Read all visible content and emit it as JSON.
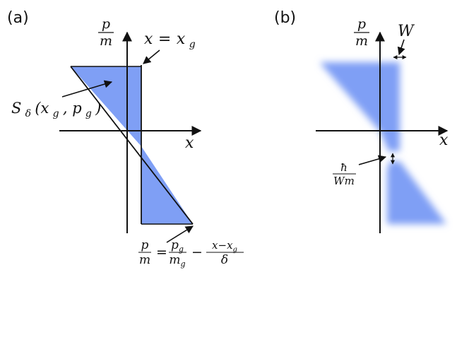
{
  "colors": {
    "region": "#7f9ff5",
    "ink": "#111111",
    "background": "#ffffff"
  },
  "panel_a": {
    "tag": "(a)",
    "axis_y": {
      "numerator": "p",
      "denominator": "m"
    },
    "axis_x": "x",
    "vertical_line_label": {
      "lhs": "x",
      "eq": "=",
      "rhs": "x",
      "rhs_sub": "g"
    },
    "region_label": {
      "main": "S",
      "sub": "δ",
      "args_open": "(x",
      "sub_x": "g",
      "sep": ", p",
      "sub_p": "g",
      "close": ")"
    },
    "line_equation": {
      "lhs_num": "p",
      "lhs_den": "m",
      "eq": "=",
      "t1_num": "p",
      "t1_num_sub": "g",
      "t1_den": "m",
      "t1_den_sub": "g",
      "minus": "−",
      "t2_num": "x−x",
      "t2_num_sub": "g",
      "t2_den": "δ"
    }
  },
  "panel_b": {
    "tag": "(b)",
    "axis_y": {
      "numerator": "p",
      "denominator": "m"
    },
    "axis_x": "x",
    "width_label": "W",
    "gap_label": {
      "numerator": "ħ",
      "denominator": "Wm"
    }
  }
}
